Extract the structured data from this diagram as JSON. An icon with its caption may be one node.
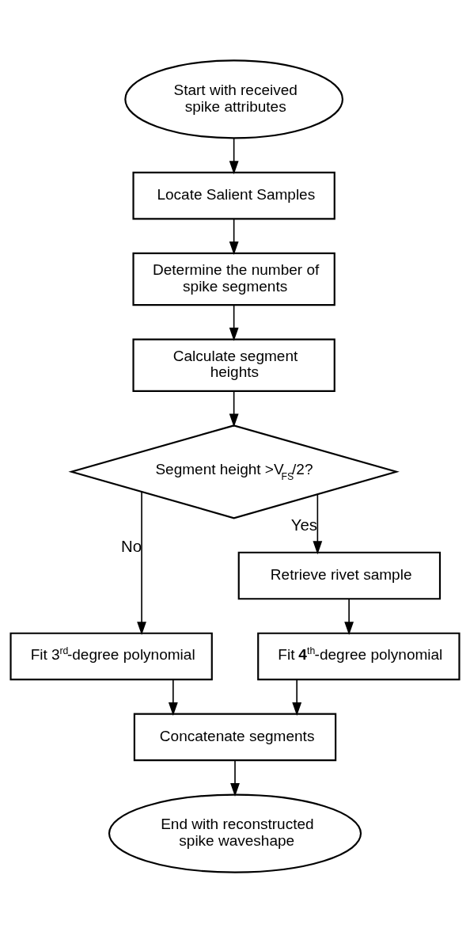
{
  "diagram": {
    "nodes": [
      {
        "text": [
          "Start with received spike attributes"
        ]
      },
      {
        "text": [
          "Locate Salient Samples"
        ]
      },
      {
        "text": [
          "Determine the number of spike segments"
        ]
      },
      {
        "text": [
          "Calculate segment heights"
        ]
      },
      {
        "text": [
          "Segment height >V$_{FS}$/2?"
        ]
      },
      {
        "text": [
          "Fit 3$^{rd}$-degree polynomial"
        ]
      },
      {
        "text": [
          "Retrieve rivet sample"
        ]
      },
      {
        "text": [
          "Fit **4**$^{th}$-degree polynomial"
        ]
      },
      {
        "text": [
          "Concatenate segments"
        ]
      },
      {
        "text": [
          "End with reconstructed spike waveshape"
        ]
      }
    ],
    "edges": [
      {
        "from": 0,
        "to": 1,
        "arrow": "to"
      },
      {
        "from": 1,
        "to": 2,
        "arrow": "to"
      },
      {
        "from": 2,
        "to": 3,
        "arrow": "to"
      },
      {
        "from": 3,
        "to": 4,
        "arrow": "to"
      },
      {
        "from": 4,
        "to": 5,
        "arrow": "to",
        "label": "No"
      },
      {
        "from": 4,
        "to": 6,
        "arrow": "to",
        "label": "Yes"
      },
      {
        "from": 6,
        "to": 7,
        "arrow": "to"
      },
      {
        "from": 5,
        "to": 8,
        "arrow": "to"
      },
      {
        "from": 7,
        "to": 8,
        "arrow": "to"
      },
      {
        "from": 8,
        "to": 9,
        "arrow": "to"
      }
    ]
  }
}
